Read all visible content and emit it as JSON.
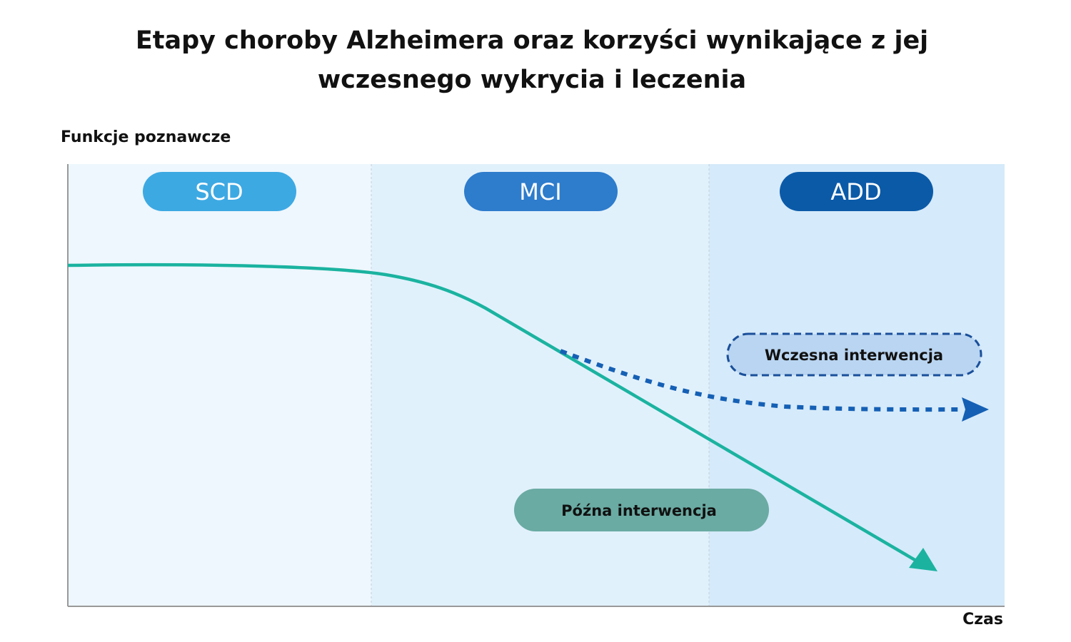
{
  "title": {
    "line1": "Etapy choroby Alzheimera oraz korzyści wynikające z jej",
    "line2": "wczesnego wykrycia i leczenia"
  },
  "chart_data": {
    "type": "line",
    "title": "Etapy choroby Alzheimera oraz korzyści wynikające z jej wczesnego wykrycia i leczenia",
    "xlabel": "Czas",
    "ylabel": "Funkcje poznawcze",
    "stages": [
      {
        "label": "SCD",
        "color": "#3da9e3",
        "bg": "#eef7fd"
      },
      {
        "label": "MCI",
        "color": "#2e7ccc",
        "bg": "#e1f1fc"
      },
      {
        "label": "ADD",
        "color": "#0b5aa8",
        "bg": "#d5eafa"
      }
    ],
    "series": [
      {
        "name": "Późna interwencja",
        "style": "solid",
        "color": "#1bb3a0",
        "label_bg": "#6aaba3"
      },
      {
        "name": "Wczesna interwencja",
        "style": "dotted",
        "color": "#1560b5",
        "label_bg": "#b9d5f1"
      }
    ]
  }
}
